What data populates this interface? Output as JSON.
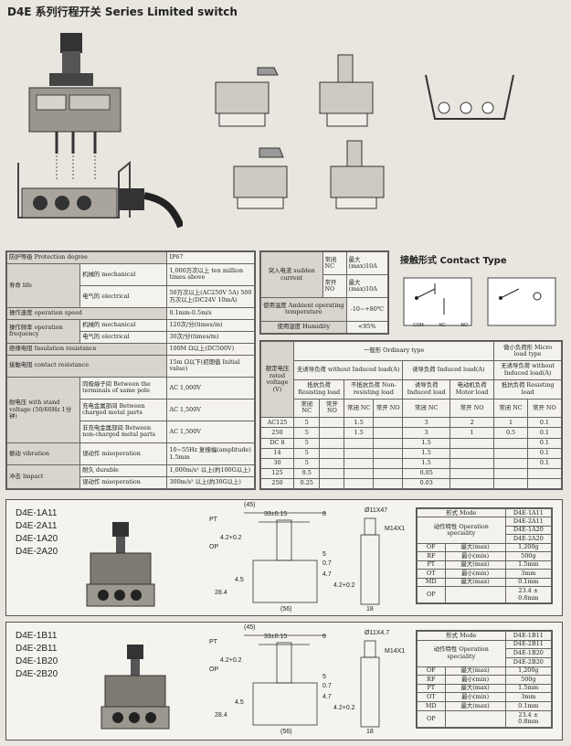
{
  "header": {
    "title": "D4E 系列行程开关 Series Limited switch"
  },
  "spec": {
    "rows": [
      {
        "label": "防护等级 Protection degree",
        "value": "IP67"
      },
      {
        "label": "寿命 life",
        "sub": "机械的 mechanical",
        "value": "1,000万次以上 ten million times above"
      },
      {
        "label": "",
        "sub": "电气的 electrical",
        "value": "50万次以上(AC250V 5A) 500万次以上(DC24V 10mA)"
      },
      {
        "label": "操作速度 operation speed",
        "value": "0.1mm-0.5m/s"
      },
      {
        "label": "操作频率 operation frequency",
        "sub": "机械的 mechanical",
        "value": "120次/分(times/m)"
      },
      {
        "label": "",
        "sub": "电气的 electrical",
        "value": "30次/分(times/m)"
      },
      {
        "label": "绝缘电阻 Insulation resistance",
        "value": "100M Ω以上(DC500V)"
      },
      {
        "label": "接触电阻 contact resistance",
        "value": "15m Ω以下(初期值 Initial value)"
      },
      {
        "label": "耐电压 with stand voltage (50/60Hz 1分钟)",
        "sub": "同极端子间 Between the terminals of same pole",
        "value": "AC 1,000V"
      },
      {
        "label": "",
        "sub": "充电金属部间 Between charged metal parts",
        "value": "AC 1,500V"
      },
      {
        "label": "",
        "sub": "非充电金属部间 Between non-charged metal parts",
        "value": "AC 1,500V"
      },
      {
        "label": "振动 vibration",
        "sub": "误动作 misoperation",
        "value": "10~55Hz 复振幅(amplitude) 1.5mm"
      },
      {
        "label": "冲击 Impact",
        "sub": "耐久 durable",
        "value": "1,000m/s² 以上(約100G以上)"
      },
      {
        "label": "",
        "sub": "误动作 misoperation",
        "value": "300m/s² 以上(約30G以上)"
      }
    ]
  },
  "env": {
    "inrush_label": "突入电流 sudden current",
    "nc": "常闭NC",
    "nc_val": "最大(max)10A",
    "no": "常开NO",
    "no_val": "最大(max)10A",
    "temp_label": "使用温度 Ambient operating temperature",
    "temp_val": "-10~+80℃",
    "hum_label": "使用湿度 Humidity",
    "hum_val": "<95%"
  },
  "contact_type": {
    "title": "接触形式 Contact Type",
    "labels": [
      "COM",
      "NC",
      "NO"
    ]
  },
  "rating": {
    "voltage_label": "额定电压 rated voltage (V)",
    "ordinary": "一般形 Ordinary type",
    "micro": "微小负荷形 Micro load type",
    "no_induced": "无诱导负荷 without Induced load(A)",
    "induced": "诱导负荷 Induced load(A)",
    "no_induced2": "无诱导负荷 without Induced load(A)",
    "resisting": "抵抗负荷 Resisting load",
    "non_resisting": "不抵抗负荷 Non-resisting load",
    "induced_load": "诱导负荷 Induced load",
    "motor_load": "电动机负荷 Motor load",
    "resisting2": "抵抗负荷 Resisting load",
    "nc": "常闭 NC",
    "no": "常开 NO",
    "rows": [
      [
        "AC125",
        "5",
        "",
        "1.5",
        "",
        "3",
        "2",
        "1",
        "0.1",
        ""
      ],
      [
        "250",
        "5",
        "",
        "1.5",
        "",
        "3",
        "1",
        "0.5",
        "0.1",
        ""
      ],
      [
        "DC 8",
        "5",
        "",
        "",
        "",
        "1.5",
        "",
        "",
        "0.1",
        ""
      ],
      [
        "14",
        "5",
        "",
        "",
        "",
        "1.5",
        "",
        "",
        "0.1",
        ""
      ],
      [
        "30",
        "5",
        "",
        "",
        "",
        "1.5",
        "",
        "",
        "0.1",
        ""
      ],
      [
        "125",
        "0.5",
        "",
        "",
        "",
        "0.05",
        "",
        "",
        "",
        ""
      ],
      [
        "250",
        "0.25",
        "",
        "",
        "",
        "0.03",
        "",
        "",
        "",
        ""
      ]
    ]
  },
  "bottom1": {
    "models": [
      "D4E-1A11",
      "D4E-2A11",
      "D4E-1A20",
      "D4E-2A20"
    ],
    "dims": {
      "d45": "(45)",
      "d33": "33±0.15",
      "d8": "8",
      "phi": "Ø11X47",
      "m14": "M14X1",
      "pt": "PT",
      "op": "OP",
      "d42": "4.2+0.2",
      "d45b": "4.5",
      "d5": "5",
      "d07": "0.7",
      "d47": "4.7",
      "d42b": "4.2+0.2",
      "d284": "28.4",
      "d56": "(56)",
      "d18": "18"
    },
    "table_head_form": "形式 Mode",
    "table_head_char": "动作特性 Operation speciality",
    "models_r": [
      "D4E-1A11",
      "D4E-2A11",
      "D4E-1A20",
      "D4E-2A20"
    ],
    "rows": [
      [
        "OF",
        "最大(max)",
        "1,200g"
      ],
      [
        "RF",
        "最小(min)",
        "500g"
      ],
      [
        "PT",
        "最大(max)",
        "1.5mm"
      ],
      [
        "OT",
        "最小(min)",
        "3mm"
      ],
      [
        "MD",
        "最大(max)",
        "0.1mm"
      ],
      [
        "OP",
        "",
        "23.4 ± 0.8mm"
      ]
    ]
  },
  "bottom2": {
    "models": [
      "D4E-1B11",
      "D4E-2B11",
      "D4E-1B20",
      "D4E-2B20"
    ],
    "dims": {
      "d45": "(45)",
      "d33": "33±0.15",
      "d8": "8",
      "phi": "Ø11X4.7",
      "m14": "M14X1",
      "pt": "PT",
      "op": "OP",
      "d42": "4.2+0.2",
      "d45b": "4.5",
      "d5": "5",
      "d07": "0.7",
      "d47": "4.7",
      "d42b": "4.2+0.2",
      "d284": "28.4",
      "d56": "(56)",
      "d18": "18"
    },
    "table_head_form": "形式 Mode",
    "table_head_char": "动作特性 Operation speciality",
    "models_r": [
      "D4E-1B11",
      "D4E-2B11",
      "D4E-1B20",
      "D4E-2B20"
    ],
    "rows": [
      [
        "OF",
        "最大(max)",
        "1,200g"
      ],
      [
        "RF",
        "最小(min)",
        "500g"
      ],
      [
        "PT",
        "最大(max)",
        "1.5mm"
      ],
      [
        "OT",
        "最小(min)",
        "3mm"
      ],
      [
        "MD",
        "最大(max)",
        "0.1mm"
      ],
      [
        "OP",
        "",
        "23.4 ± 0.8mm"
      ]
    ]
  }
}
